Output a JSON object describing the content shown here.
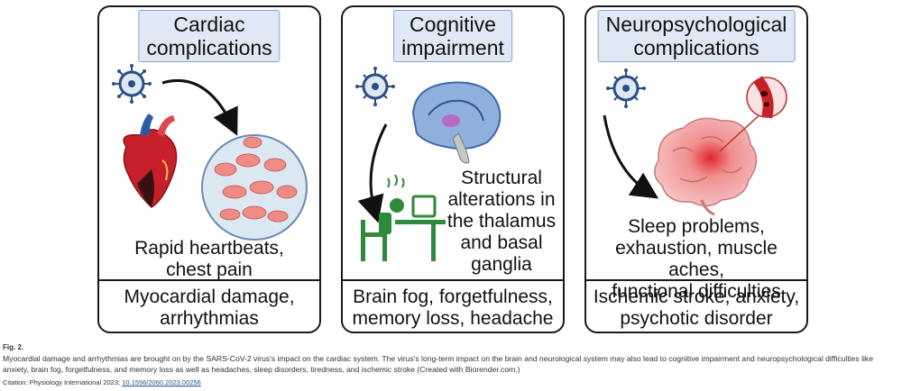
{
  "panels": [
    {
      "title": "Cardiac\ncomplications",
      "middle_text": "Rapid heartbeats,\nchest pain",
      "bottom_text": "Myocardial damage,\narrhythmias"
    },
    {
      "title": "Cognitive\nimpairment",
      "middle_text": "Structural\nalterations in\nthe thalamus\nand basal\nganglia",
      "bottom_text": "Brain fog, forgetfulness,\nmemory loss, headache"
    },
    {
      "title": "Neuropsychological\ncomplications",
      "middle_text": "Sleep problems,\nexhaustion, muscle aches,\nfunctional difficulties",
      "bottom_text": "Ischemic stroke, anxiety,\npsychotic disorder"
    }
  ],
  "figure": {
    "label": "Fig. 2.",
    "caption": "Myocardial damage and arrhythmias are brought on by the SARS-CoV-2 virus's impact on the cardiac system. The virus's long-term impact on the brain and neurological system may also lead to cognitive impairment and neuropsychological difficulties like anxiety, brain fog, forgetfulness, and memory loss as well as headaches, sleep disorders, tiredness, and ischemic stroke (Created with Biorender.com.)",
    "citation_prefix": "Citation: Physiology International 2023;",
    "citation_doi": "10.1556/2060.2023.00256"
  },
  "icons": [
    "virus-icon",
    "heart-icon",
    "cardiac-cells-icon",
    "brain-section-icon",
    "stressed-person-icon",
    "brain-icon",
    "blood-vessel-icon",
    "arrow-icon"
  ],
  "colors": {
    "title_bg": "#dfe9f5",
    "border": "#1a1a1a",
    "virus": "#2a4f86",
    "heart": "#c8202a",
    "person": "#2f8a3c",
    "brain_pink": "#f3b8b8"
  }
}
